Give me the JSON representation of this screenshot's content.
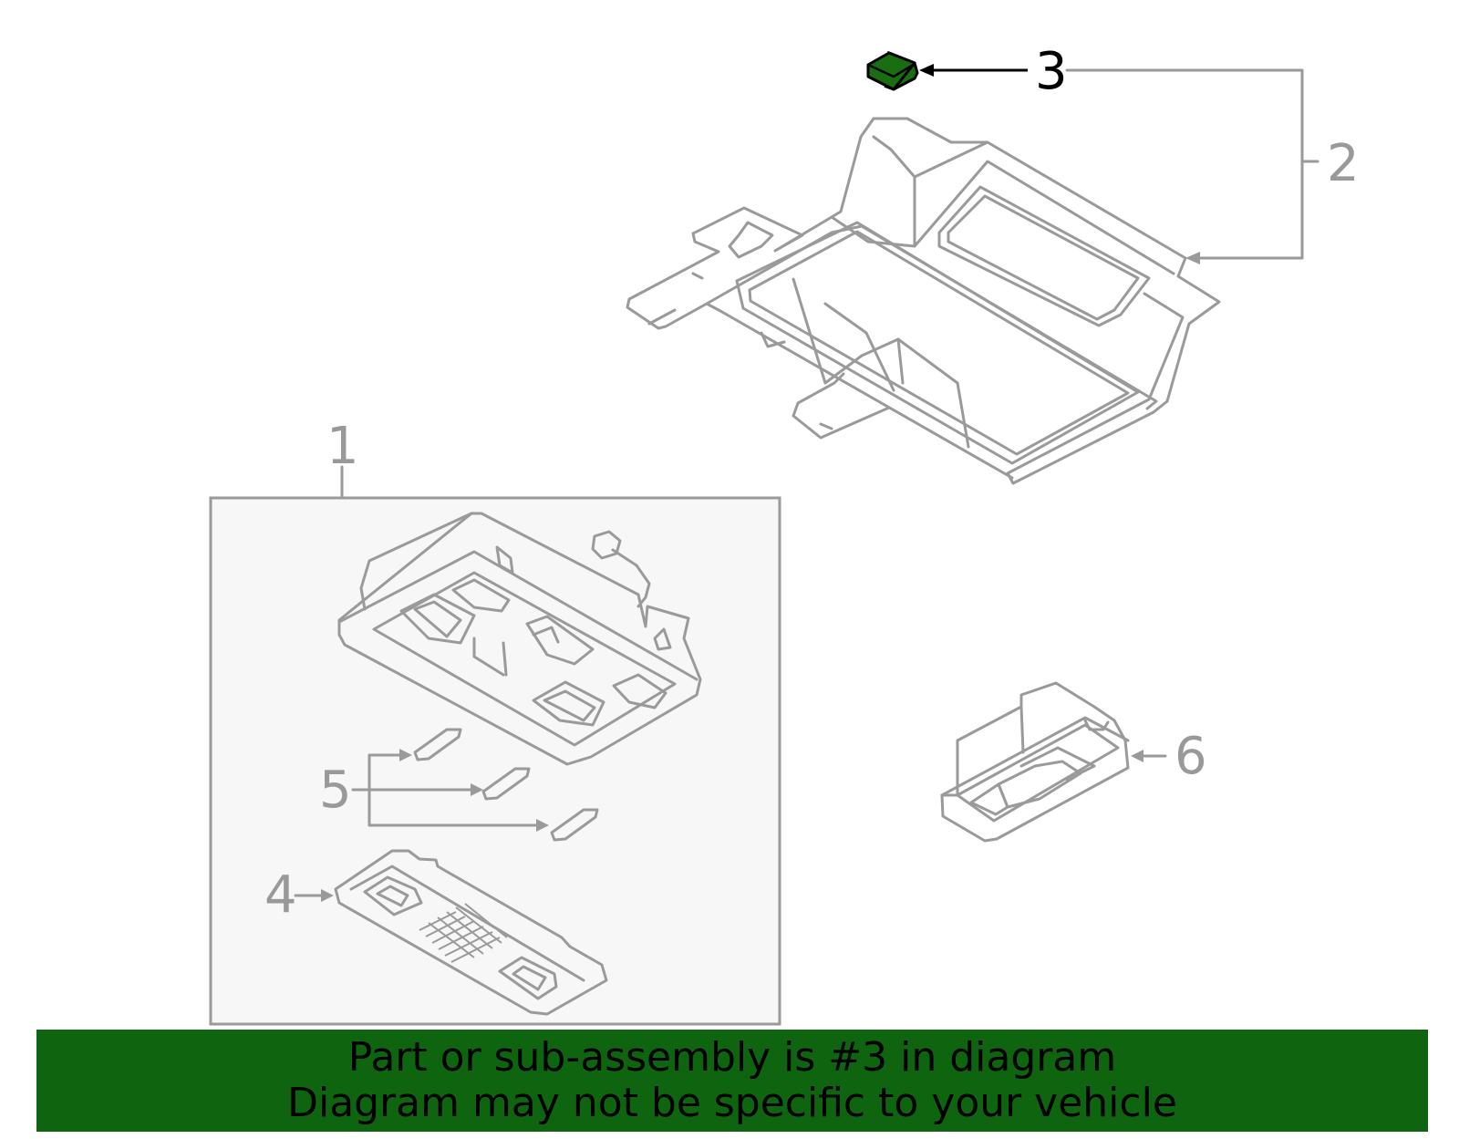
{
  "callouts": [
    {
      "id": "1",
      "label": "1",
      "highlighted": false
    },
    {
      "id": "2",
      "label": "2",
      "highlighted": false
    },
    {
      "id": "3",
      "label": "3",
      "highlighted": true
    },
    {
      "id": "4",
      "label": "4",
      "highlighted": false
    },
    {
      "id": "5",
      "label": "5",
      "highlighted": false
    },
    {
      "id": "6",
      "label": "6",
      "highlighted": false
    }
  ],
  "banner": {
    "line1": "Part or sub-assembly is #3 in diagram",
    "line2": "Diagram may not be specific to your vehicle"
  },
  "colors": {
    "banner_background": "#0f640f",
    "highlighted_part": "#1a6e12",
    "line_art": "#9a9a9a",
    "box_fill": "#f7f7f7"
  }
}
